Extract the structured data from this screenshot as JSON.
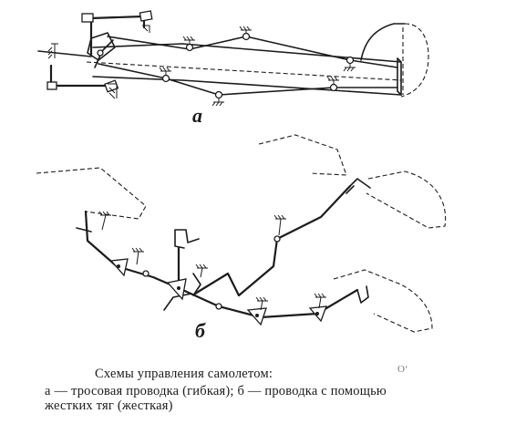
{
  "labels": {
    "a": "а",
    "b": "б"
  },
  "caption": {
    "title": "Схемы управления самолетом:",
    "line1": "а — тросовая проводка (гибкая); б — проводка с помощью",
    "line2": "жестких тяг (жесткая)"
  },
  "stray_mark": "Оʻ"
}
